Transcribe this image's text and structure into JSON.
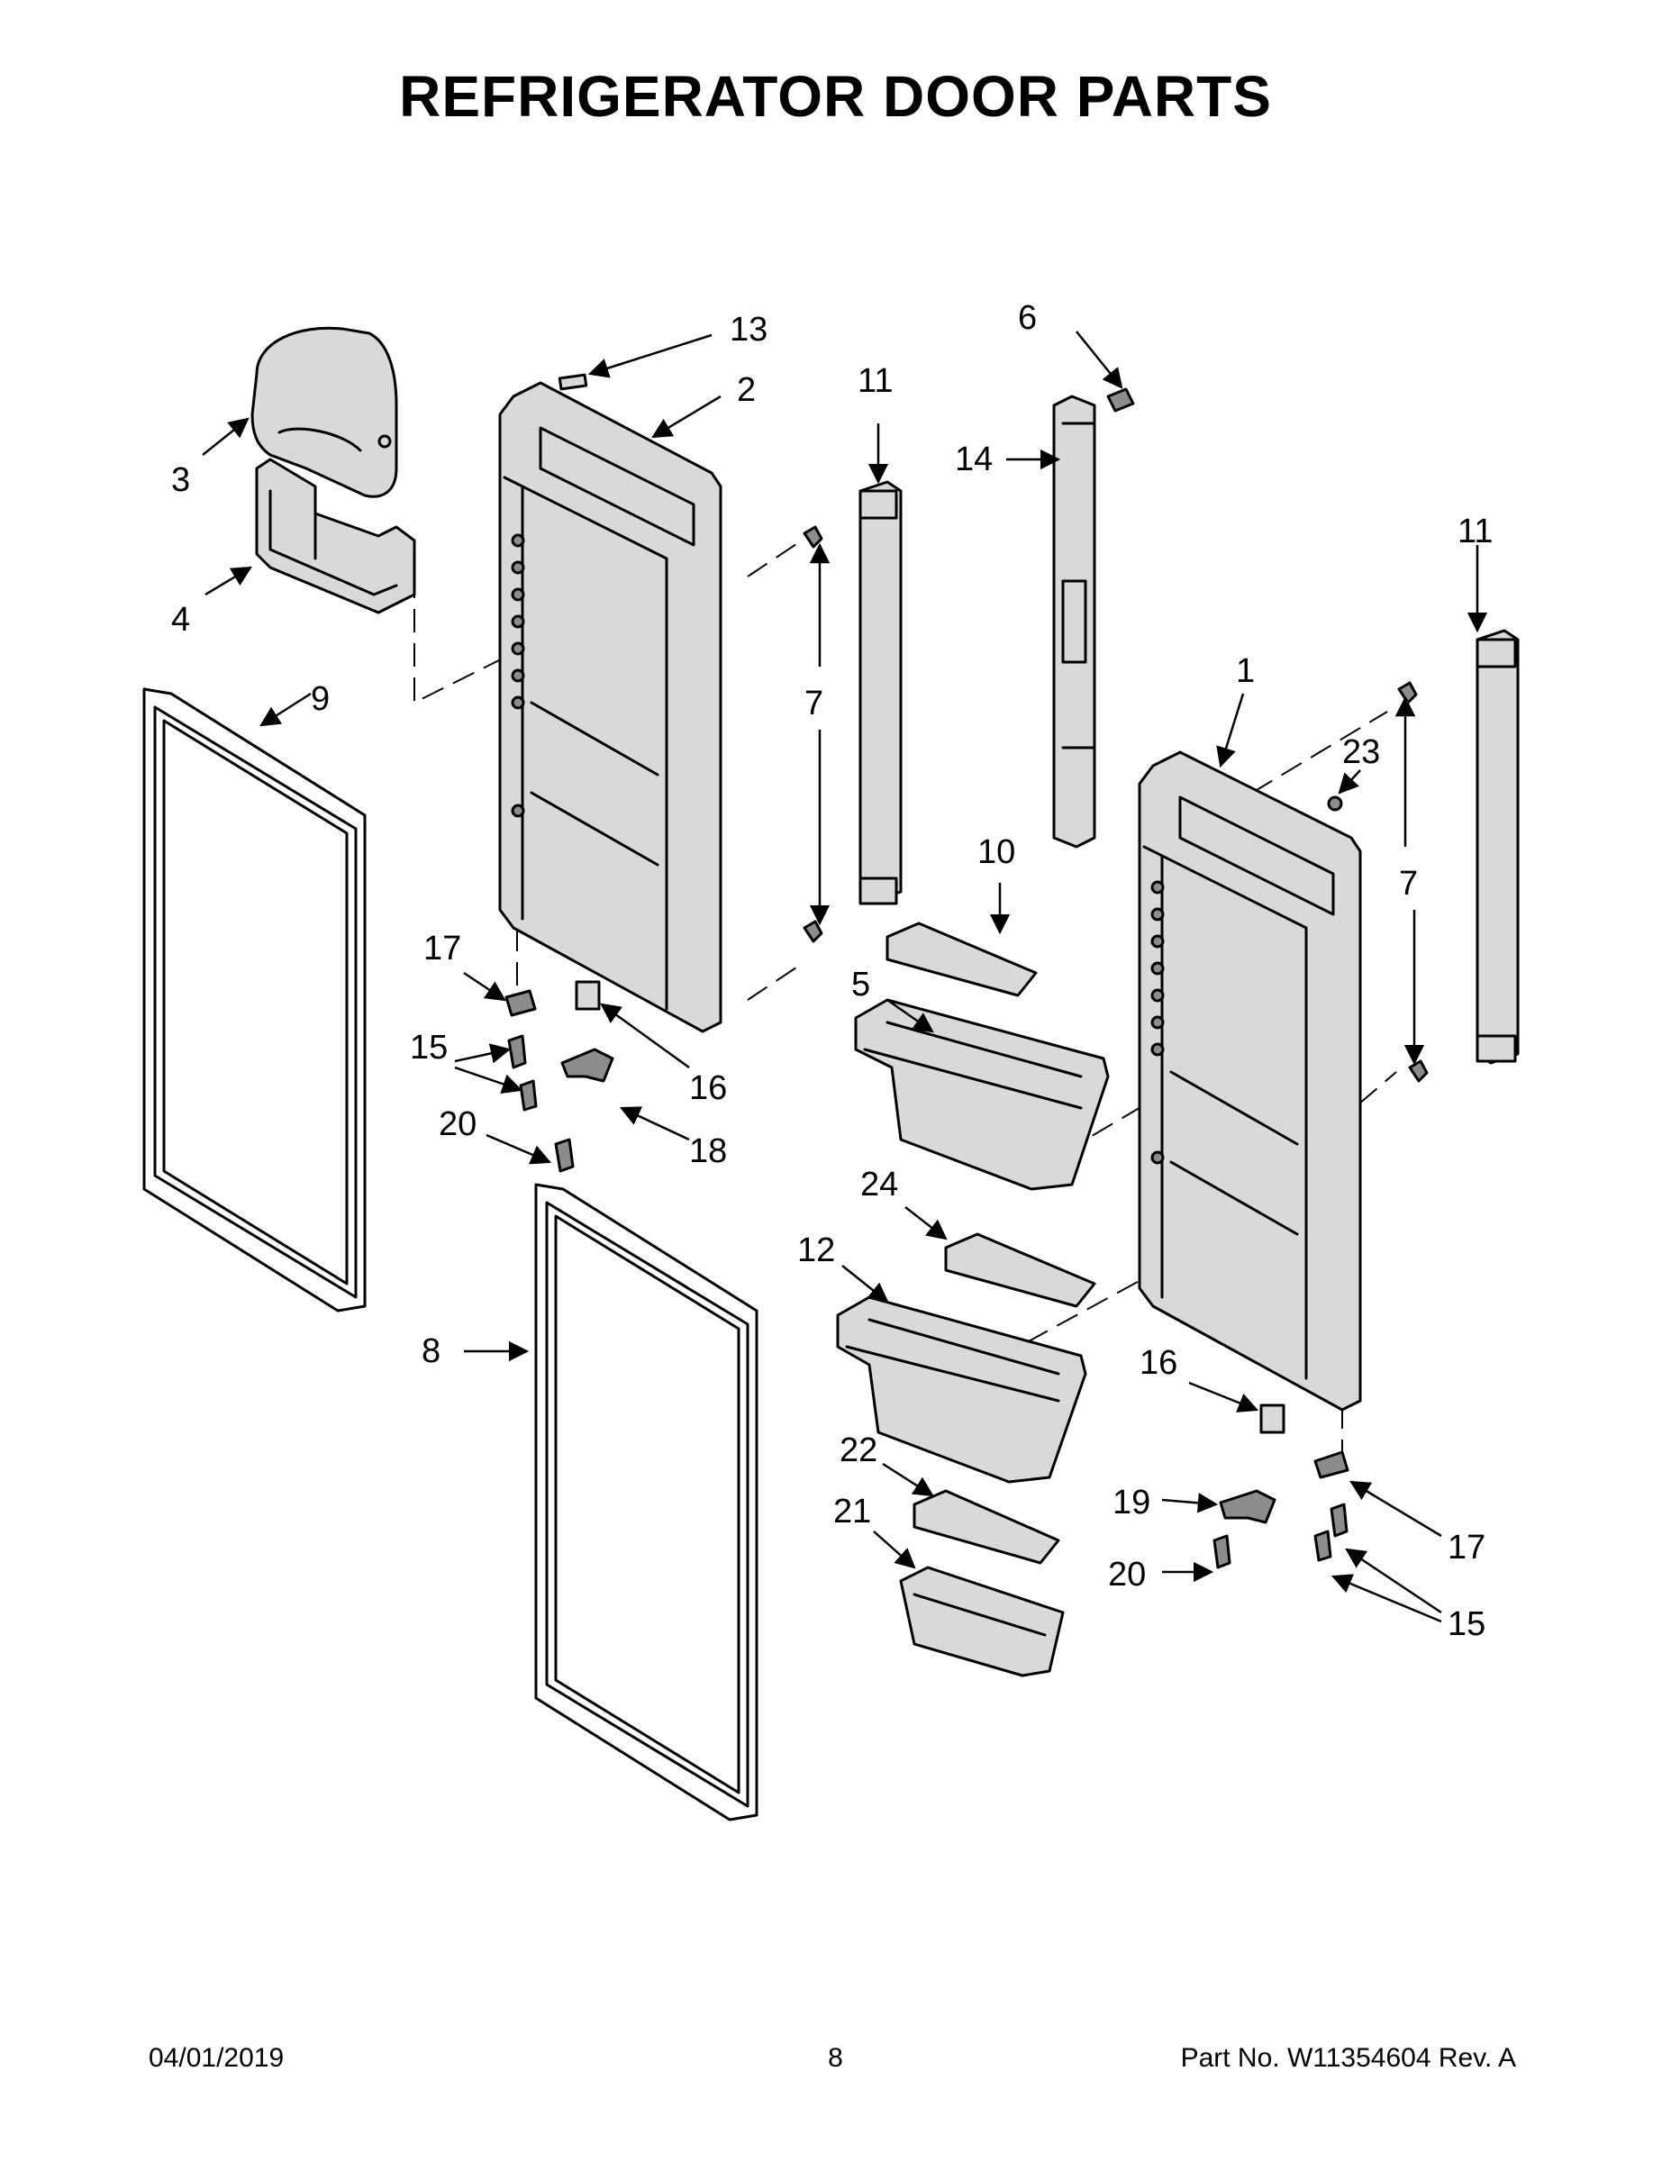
{
  "title": "REFRIGERATOR DOOR PARTS",
  "footer": {
    "date": "04/01/2019",
    "page": "8",
    "part_number": "Part No.  W11354604  Rev.  A"
  },
  "callouts": {
    "c1": "1",
    "c2": "2",
    "c3": "3",
    "c4": "4",
    "c5": "5",
    "c6": "6",
    "c7a": "7",
    "c7b": "7",
    "c8": "8",
    "c9": "9",
    "c10": "10",
    "c11a": "11",
    "c11b": "11",
    "c12": "12",
    "c13": "13",
    "c14": "14",
    "c15a": "15",
    "c15b": "15",
    "c16a": "16",
    "c16b": "16",
    "c17a": "17",
    "c17b": "17",
    "c18": "18",
    "c19": "19",
    "c20a": "20",
    "c20b": "20",
    "c21": "21",
    "c22": "22",
    "c23": "23",
    "c24": "24"
  }
}
